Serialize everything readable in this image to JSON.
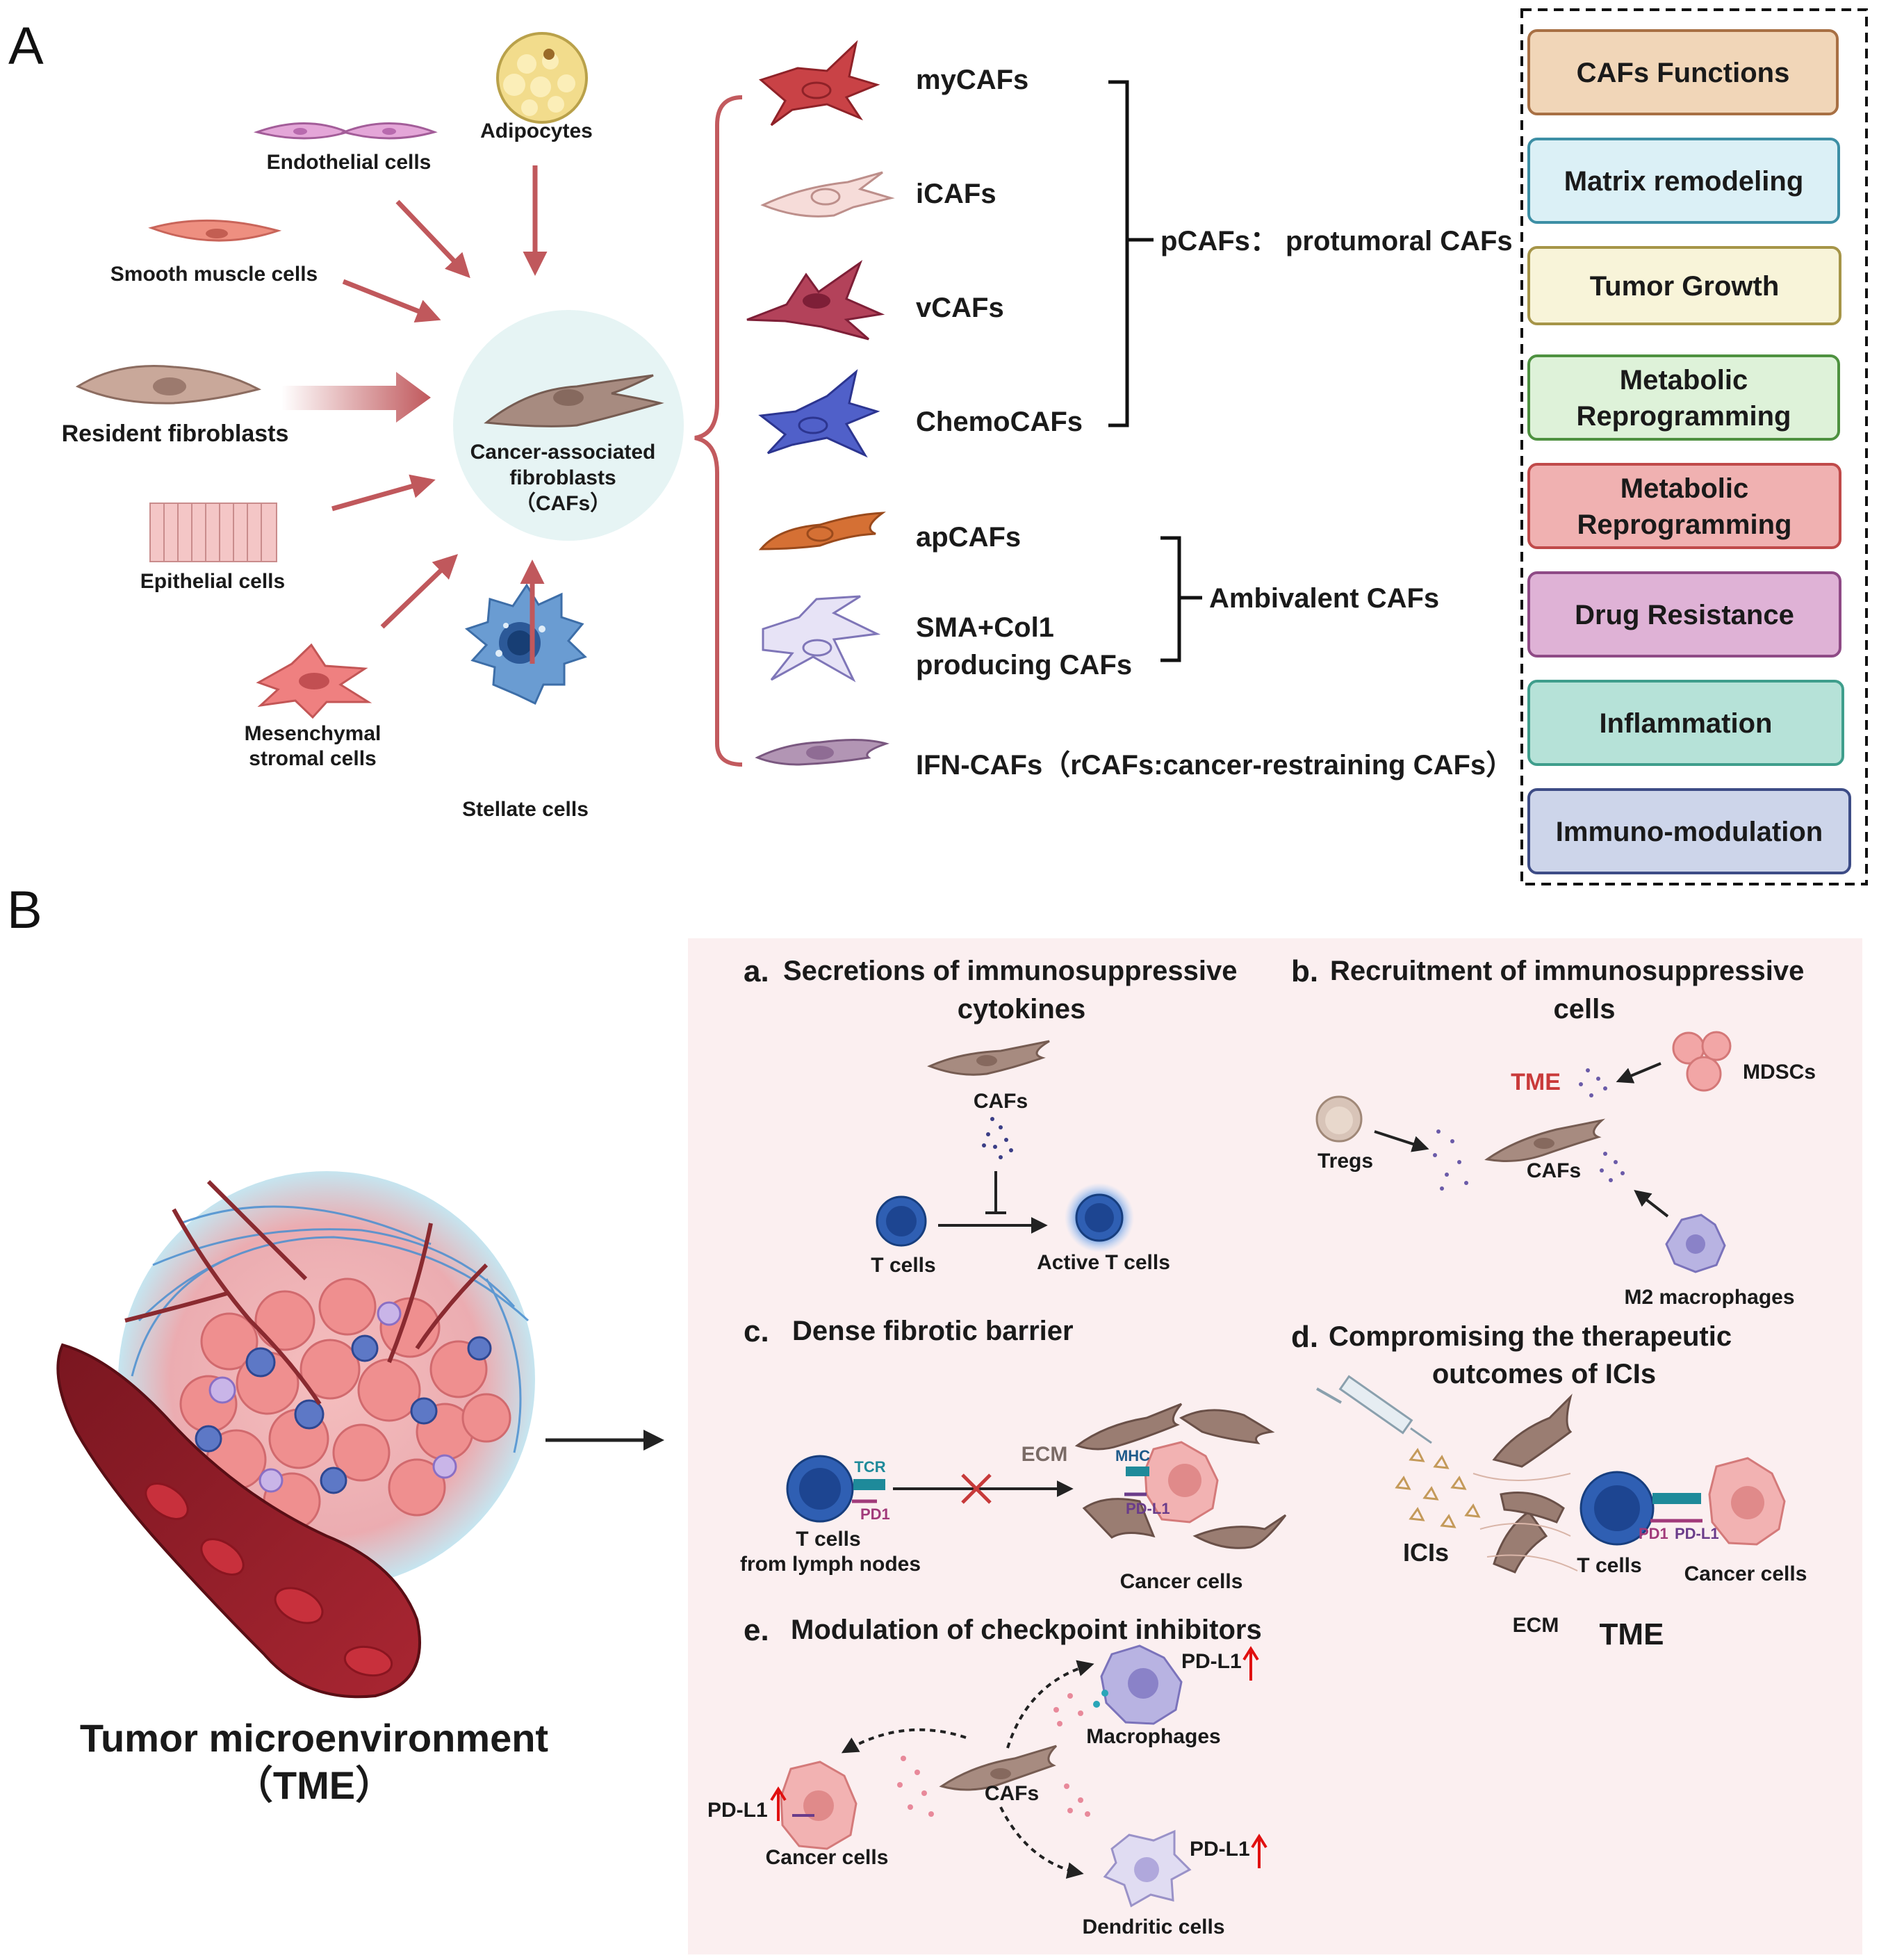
{
  "panel_a": {
    "letter": "A",
    "sources": {
      "adipocytes": "Adipocytes",
      "endothelial": "Endothelial cells",
      "smooth_muscle": "Smooth muscle cells",
      "resident": "Resident fibroblasts",
      "epithelial": "Epithelial cells",
      "mesenchymal_1": "Mesenchymal",
      "mesenchymal_2": "stromal cells",
      "stellate": "Stellate cells"
    },
    "center": {
      "line1": "Cancer-associated",
      "line2": "fibroblasts",
      "line3": "（CAFs）"
    },
    "subtypes": {
      "mycafs": "myCAFs",
      "icafs": "iCAFs",
      "vcafs": "vCAFs",
      "chemocafs": "ChemoCAFs",
      "apcafs": "apCAFs",
      "sma_1": "SMA+Col1",
      "sma_2": "producing CAFs",
      "ifn": "IFN-CAFs（rCAFs:cancer-restraining CAFs）"
    },
    "groups": {
      "pcafs": "pCAFs： protumoral CAFs",
      "ambivalent": "Ambivalent CAFs"
    },
    "functions": [
      {
        "lines": [
          "CAFs Functions"
        ],
        "fill": "#f1d6b8",
        "stroke": "#a87044"
      },
      {
        "lines": [
          "Matrix remodeling"
        ],
        "fill": "#dbf0f6",
        "stroke": "#3d8fa5"
      },
      {
        "lines": [
          "Tumor Growth"
        ],
        "fill": "#f8f4d9",
        "stroke": "#a69548"
      },
      {
        "lines": [
          "Metabolic",
          "Reprogramming"
        ],
        "fill": "#def2d9",
        "stroke": "#4e9140"
      },
      {
        "lines": [
          "Metabolic",
          "Reprogramming"
        ],
        "fill": "#f0b1b1",
        "stroke": "#c04a4a"
      },
      {
        "lines": [
          "Drug Resistance"
        ],
        "fill": "#dfb2d6",
        "stroke": "#8f4a86"
      },
      {
        "lines": [
          "Inflammation"
        ],
        "fill": "#b6e2d8",
        "stroke": "#3f9e8c"
      },
      {
        "lines": [
          "Immuno-modulation"
        ],
        "fill": "#cdd5ea",
        "stroke": "#3d4c86"
      }
    ]
  },
  "panel_b": {
    "letter": "B",
    "tme_title_1": "Tumor microenvironment",
    "tme_title_2": "（TME）",
    "a": {
      "letter": "a.",
      "title_1": "Secretions of immunosuppressive",
      "title_2": "cytokines",
      "cafs": "CAFs",
      "tcells": "T cells",
      "active": "Active T cells"
    },
    "b": {
      "letter": "b.",
      "title_1": "Recruitment of immunosuppressive",
      "title_2": "cells",
      "tme": "TME",
      "mdscs": "MDSCs",
      "tregs": "Tregs",
      "cafs": "CAFs",
      "m2": "M2 macrophages"
    },
    "c": {
      "letter": "c.",
      "title": "Dense fibrotic barrier",
      "tcr": "TCR",
      "pd1": "PD1",
      "tcells_1": "T cells",
      "tcells_2": "from lymph nodes",
      "ecm": "ECM",
      "mhc": "MHC",
      "pdl1": "PD-L1",
      "cancer": "Cancer cells"
    },
    "d": {
      "letter": "d.",
      "title_1": "Compromising the therapeutic",
      "title_2": "outcomes of ICIs",
      "icis": "ICIs",
      "ecm": "ECM",
      "tcells": "T cells",
      "pd1": "PD1",
      "pdl1": "PD-L1",
      "cancer": "Cancer cells",
      "tme": "TME"
    },
    "e": {
      "letter": "e.",
      "title": "Modulation of checkpoint inhibitors",
      "pdl1": "PD-L1",
      "macrophages": "Macrophages",
      "cafs": "CAFs",
      "cancer": "Cancer cells",
      "dendritic": "Dendritic cells"
    }
  }
}
